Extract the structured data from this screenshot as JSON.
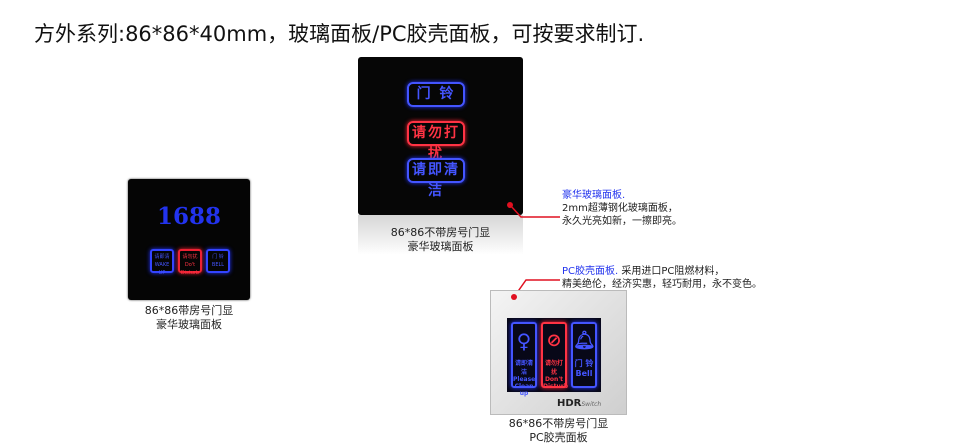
{
  "title": "方外系列:86*86*40mm，玻璃面板/PC胶壳面板，可按要求制订.",
  "panel1": {
    "room_number": "1688",
    "buttons": [
      {
        "cn": "请即清",
        "en": "WAKE UP"
      },
      {
        "cn": "请勿扰",
        "en": "Do't Disturb"
      },
      {
        "cn": "门 铃",
        "en": "BELL"
      }
    ],
    "caption": [
      "86*86带房号门显",
      "豪华玻璃面板"
    ]
  },
  "panel2": {
    "buttons": [
      "门 铃",
      "请勿打扰",
      "请即清洁"
    ],
    "caption": [
      "86*86不带房号门显",
      "豪华玻璃面板"
    ]
  },
  "note_glass": {
    "heading": "豪华玻璃面板.",
    "lines": [
      "2mm超薄钢化玻璃面板，",
      "永久光亮如新，一擦即亮。"
    ]
  },
  "note_pc": {
    "heading": "PC胶壳面板.",
    "line1": "采用进口PC阻燃材料，",
    "line2": "精美绝伦，经济实惠，轻巧耐用，永不变色。"
  },
  "panel3": {
    "cells": [
      {
        "cn": "请即清洁",
        "en1": "Please",
        "en2": "Clean up",
        "icon": "cleaner-icon"
      },
      {
        "cn": "请勿打扰",
        "en1": "Don't",
        "en2": "Disturb",
        "icon": "no-disturb-icon"
      },
      {
        "cn": "门 铃",
        "en1": "Bell",
        "en2": "",
        "icon": "bell-icon"
      }
    ],
    "brand": "HDR",
    "brand_sub": "Switch",
    "caption": [
      "86*86不带房号门显",
      "PC胶壳面板"
    ]
  },
  "colors": {
    "blue": "#3344ff",
    "red": "#ee2233",
    "callout": "#e01020"
  }
}
